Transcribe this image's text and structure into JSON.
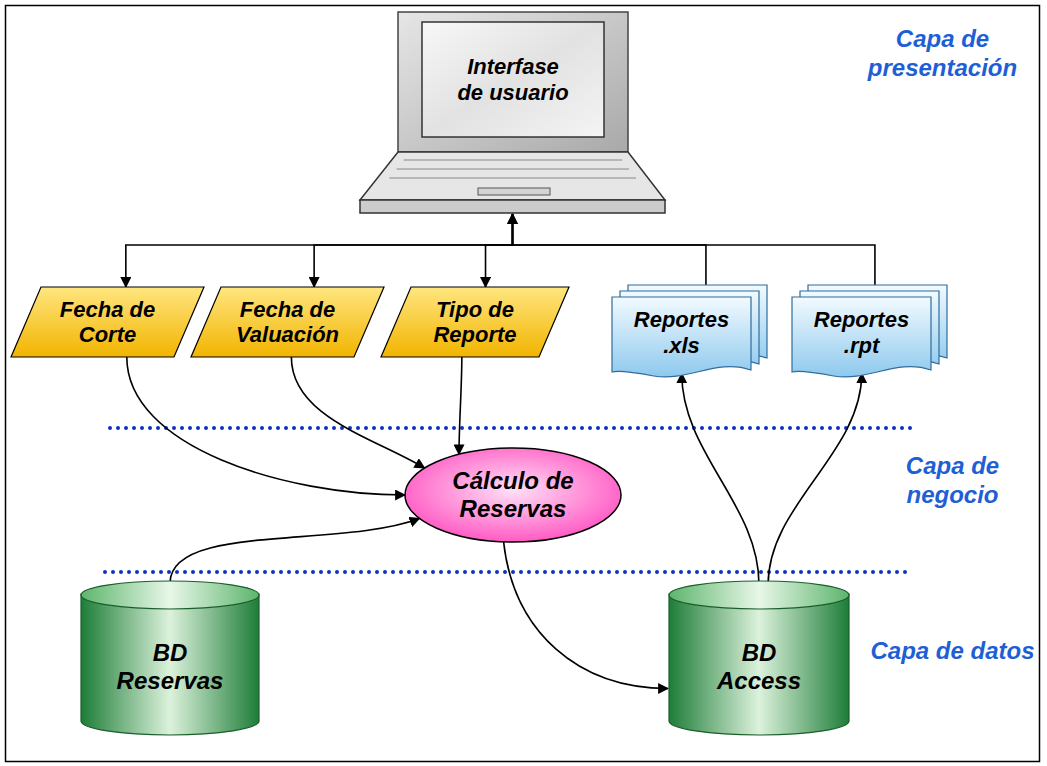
{
  "diagram": {
    "nodes": [
      {
        "text": [
          "Interfase de usuario"
        ]
      },
      {
        "text": [
          "Fecha de Corte"
        ]
      },
      {
        "text": [
          "Fecha de Valuación"
        ]
      },
      {
        "text": [
          "Tipo de Reporte"
        ]
      },
      {
        "text": [
          "Reportes .xls"
        ]
      },
      {
        "text": [
          "Reportes .rpt"
        ]
      },
      {
        "text": [
          "Cálculo de Reservas"
        ]
      },
      {
        "text": [
          "BD Reservas"
        ]
      },
      {
        "text": [
          "BD Access"
        ]
      }
    ],
    "edges": [
      {
        "from": 0,
        "to": 1,
        "arrow": "to"
      },
      {
        "from": 0,
        "to": 2,
        "arrow": "to"
      },
      {
        "from": 0,
        "to": 3,
        "arrow": "to"
      },
      {
        "from": 0,
        "to": 4,
        "arrow": "both"
      },
      {
        "from": 0,
        "to": 5,
        "arrow": "both"
      },
      {
        "from": 1,
        "to": 6,
        "arrow": "to"
      },
      {
        "from": 2,
        "to": 6,
        "arrow": "to"
      },
      {
        "from": 3,
        "to": 6,
        "arrow": "to"
      },
      {
        "from": 7,
        "to": 6,
        "arrow": "to"
      },
      {
        "from": 6,
        "to": 8,
        "arrow": "to"
      },
      {
        "from": 8,
        "to": 4,
        "arrow": "to"
      },
      {
        "from": 8,
        "to": 5,
        "arrow": "to"
      }
    ],
    "labels": [
      "Capa de presentación",
      "Capa de negocio",
      "Capa de datos"
    ]
  }
}
